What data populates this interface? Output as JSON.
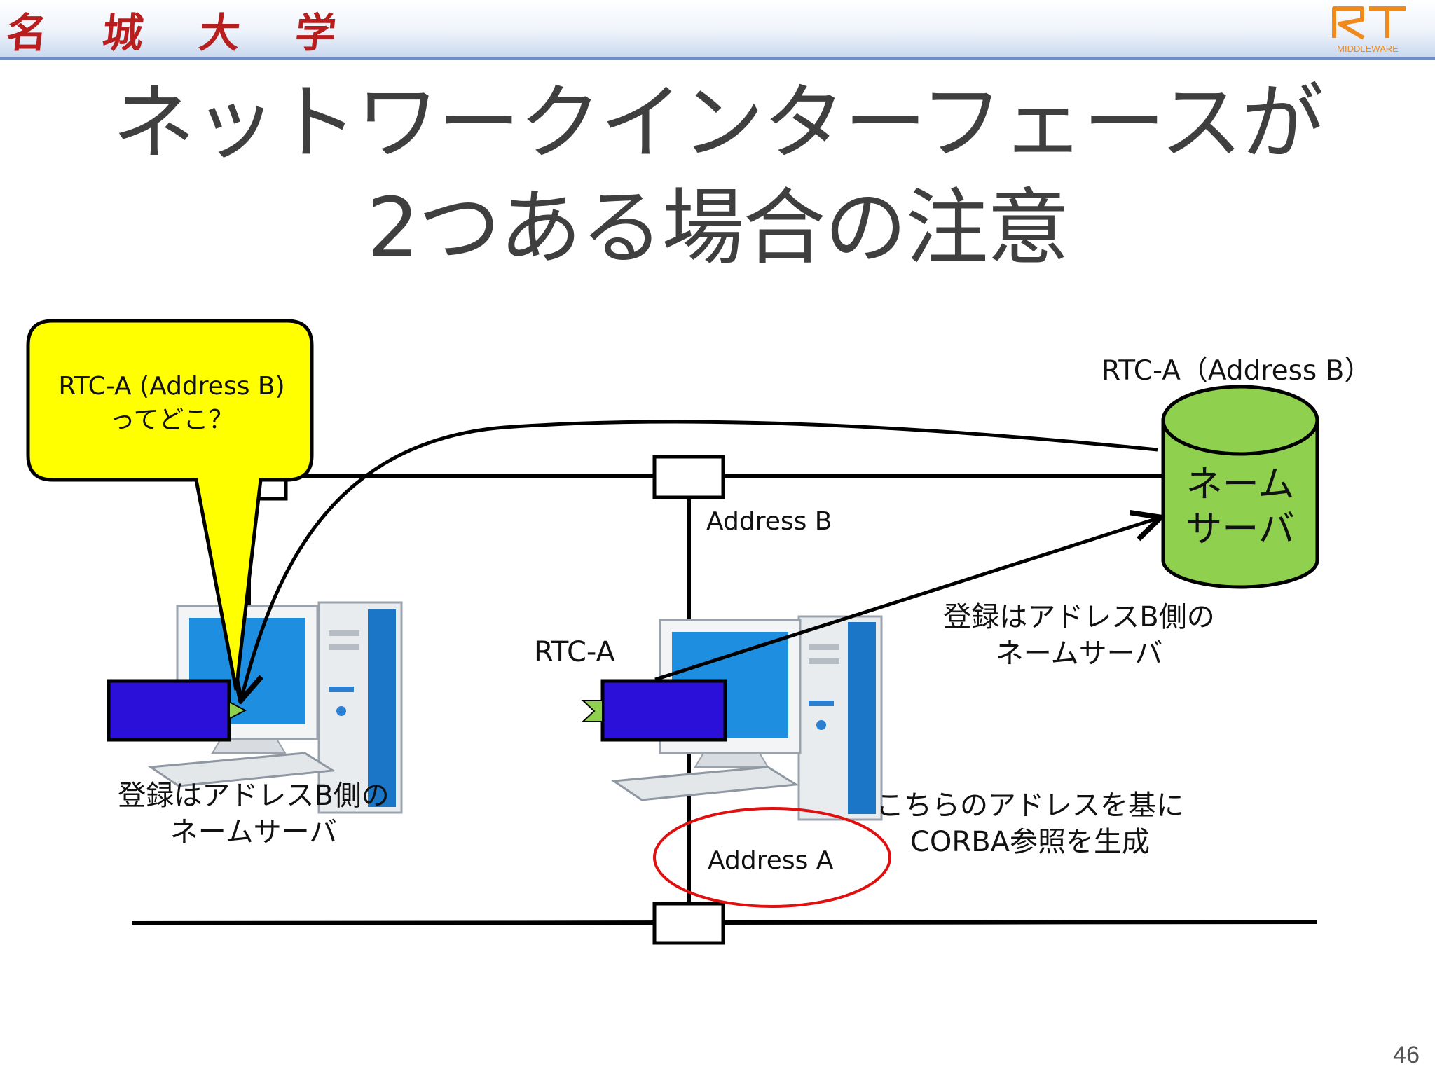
{
  "header": {
    "university_logo_chars": [
      "名",
      "城",
      "大",
      "学"
    ],
    "rt_logo": {
      "mark": "RT",
      "subtitle": "MIDDLEWARE"
    }
  },
  "title": {
    "line1": "ネットワークインターフェースが",
    "line2": "2つある場合の注意"
  },
  "diagram": {
    "callout": {
      "line1": "RTC-A (Address B)",
      "line2": "ってどこ？"
    },
    "name_server": {
      "caption": "RTC-A（Address B）",
      "line1": "ネーム",
      "line2": "サーバ"
    },
    "address_b_label": "Address B",
    "address_a_label": "Address A",
    "rtc_a_label": "RTC-A",
    "right_note": {
      "line1": "登録はアドレスB側の",
      "line2": "ネームサーバ"
    },
    "left_note": {
      "line1": "登録はアドレスB側の",
      "line2": "ネームサーバ"
    },
    "corba_note": {
      "line1": "こちらのアドレスを基に",
      "line2": "CORBA参照を生成"
    },
    "colors": {
      "component_blue": "#2a10d8",
      "name_server_green": "#8fd14f",
      "callout_yellow": "#ffff00",
      "highlight_red": "#e01010",
      "port_green": "#8fd14f"
    },
    "icons": [
      "desktop-computer-icon",
      "desktop-computer-icon",
      "database-cylinder-icon"
    ]
  },
  "page_number": "46"
}
